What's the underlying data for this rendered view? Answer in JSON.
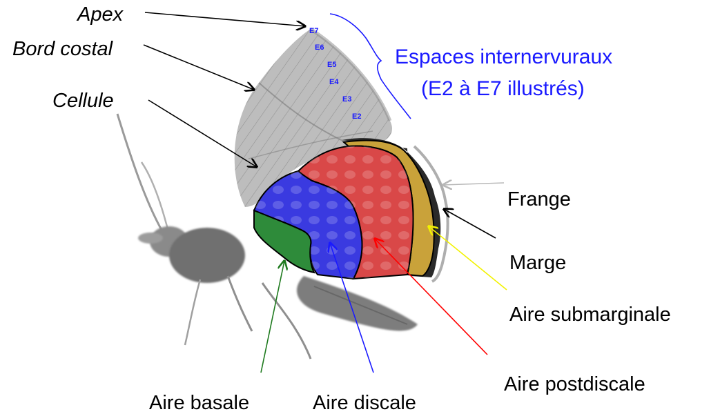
{
  "labels": {
    "apex": "Apex",
    "bord_costal": "Bord costal",
    "cellule": "Cellule",
    "espaces_line1": "Espaces internervuraux",
    "espaces_line2": "(E2 à E7 illustrés)",
    "frange": "Frange",
    "marge": "Marge",
    "aire_submarginale": "Aire submarginale",
    "aire_postdiscale": "Aire postdiscale",
    "aire_basale": "Aire basale",
    "aire_discale": "Aire discale"
  },
  "spaces": [
    "E7",
    "E6",
    "E5",
    "E4",
    "E3",
    "E2"
  ],
  "colors": {
    "basale": "#2e8b3a",
    "discale": "#3a3ae0",
    "postdiscale": "#d94848",
    "submarginale": "#c9a23a",
    "frange_arrow": "#b8b8b8",
    "marge_arrow": "#000000",
    "submarginale_arrow": "#f2f200",
    "postdiscale_arrow": "#ff0000",
    "discale_arrow": "#1a1aff",
    "basale_arrow": "#1e7a1e",
    "espaces_text": "#1a1aff"
  }
}
